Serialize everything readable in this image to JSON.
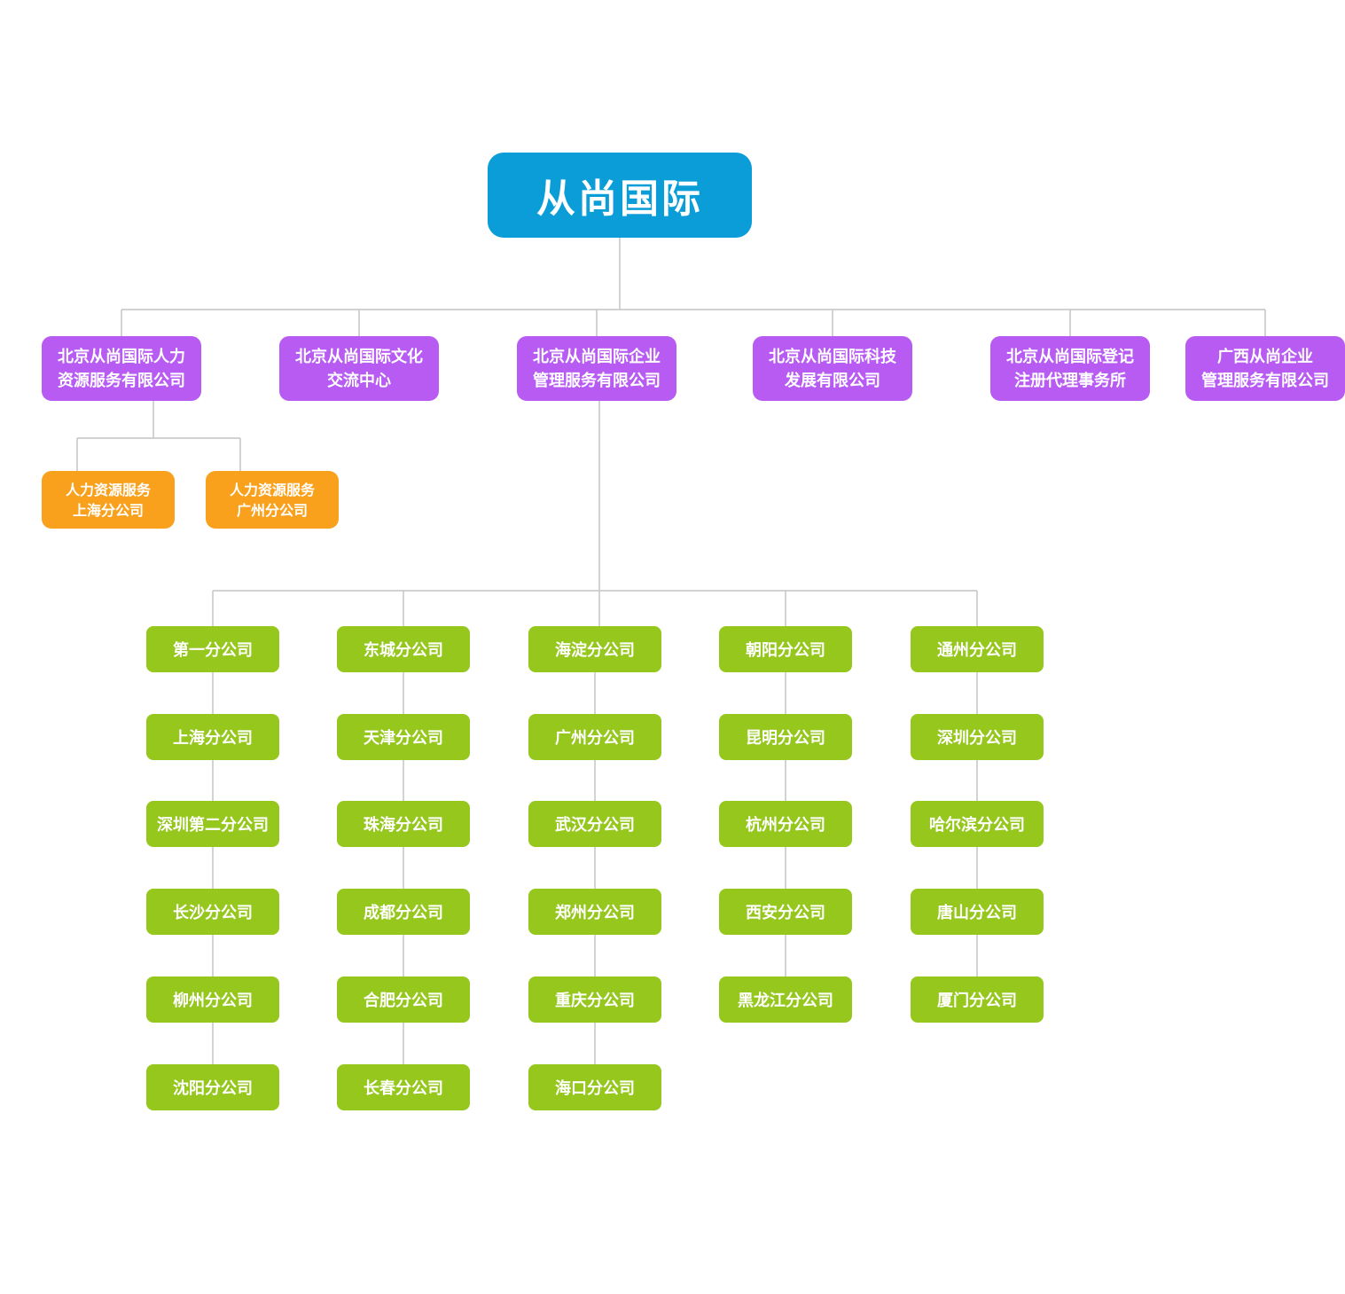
{
  "root": {
    "label": "从尚国际"
  },
  "subsidiaries": [
    {
      "line1": "北京从尚国际人力",
      "line2": "资源服务有限公司"
    },
    {
      "line1": "北京从尚国际文化",
      "line2": "交流中心"
    },
    {
      "line1": "北京从尚国际企业",
      "line2": "管理服务有限公司"
    },
    {
      "line1": "北京从尚国际科技",
      "line2": "发展有限公司"
    },
    {
      "line1": "北京从尚国际登记",
      "line2": "注册代理事务所"
    },
    {
      "line1": "广西从尚企业",
      "line2": "管理服务有限公司"
    }
  ],
  "hr_branches": [
    {
      "line1": "人力资源服务",
      "line2": "上海分公司"
    },
    {
      "line1": "人力资源服务",
      "line2": "广州分公司"
    }
  ],
  "branch_columns": [
    {
      "items": [
        "第一分公司",
        "上海分公司",
        "深圳第二分公司",
        "长沙分公司",
        "柳州分公司",
        "沈阳分公司"
      ]
    },
    {
      "items": [
        "东城分公司",
        "天津分公司",
        "珠海分公司",
        "成都分公司",
        "合肥分公司",
        "长春分公司"
      ]
    },
    {
      "items": [
        "海淀分公司",
        "广州分公司",
        "武汉分公司",
        "郑州分公司",
        "重庆分公司",
        "海口分公司"
      ]
    },
    {
      "items": [
        "朝阳分公司",
        "昆明分公司",
        "杭州分公司",
        "西安分公司",
        "黑龙江分公司"
      ]
    },
    {
      "items": [
        "通州分公司",
        "深圳分公司",
        "哈尔滨分公司",
        "唐山分公司",
        "厦门分公司"
      ]
    }
  ],
  "colors": {
    "root": "#0a9dd7",
    "subsidiary": "#b75bf2",
    "hr_branch": "#f9a11d",
    "branch": "#95c71d",
    "connector": "#c4c4c4"
  }
}
